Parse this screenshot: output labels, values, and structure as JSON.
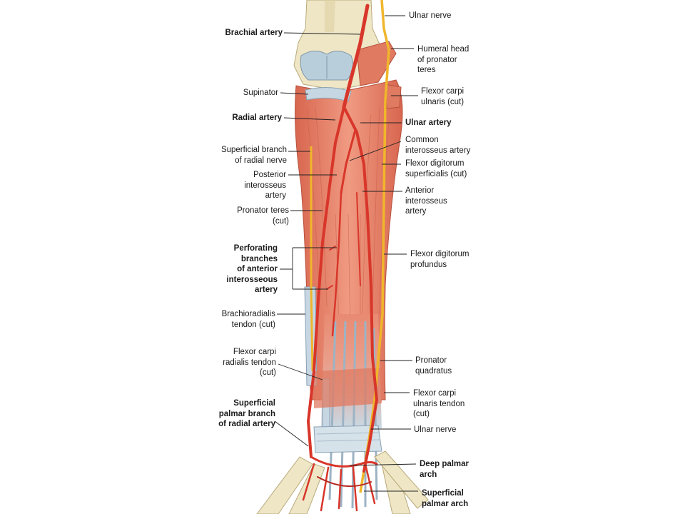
{
  "colors": {
    "muscle": "#e8836b",
    "muscle_dark": "#c95c45",
    "muscle_light": "#f2a48f",
    "bone": "#efe6c6",
    "bone_shadow": "#d6c99a",
    "artery": "#d8362a",
    "artery_dark": "#9e1f16",
    "tendon": "#c6d6e2",
    "tendon_shadow": "#9db3c4",
    "nerve": "#f0b62b",
    "leader": "#222222"
  },
  "labels": {
    "ulnar_nerve_top": "Ulnar nerve",
    "brachial_artery": "Brachial artery",
    "humeral_head": "Humeral head\nof pronator\nteres",
    "supinator": "Supinator",
    "fcu_cut": "Flexor carpi\nulnaris (cut)",
    "radial_artery": "Radial artery",
    "ulnar_artery": "Ulnar artery",
    "common_interosseus": "Common\ninterosseus artery",
    "superficial_branch_radial_nerve": "Superficial branch\nof radial nerve",
    "fds_cut": "Flexor digitorum\nsuperficialis (cut)",
    "posterior_interosseus": "Posterior\ninterosseus\nartery",
    "anterior_interosseus": "Anterior\ninterosseus\nartery",
    "pronator_teres_cut": "Pronator teres\n(cut)",
    "perforating_branches": "Perforating\nbranches\nof anterior\ninterosseous\nartery",
    "fdp": "Flexor digitorum\nprofundus",
    "brachioradialis_tendon": "Brachioradialis\ntendon (cut)",
    "fcr_tendon": "Flexor carpi\nradialis tendon\n(cut)",
    "pronator_quadratus": "Pronator\nquadratus",
    "superficial_palmar_branch": "Superficial\npalmar branch\nof radial artery",
    "fcu_tendon": "Flexor carpi\nulnaris tendon\n(cut)",
    "ulnar_nerve_bottom": "Ulnar nerve",
    "deep_palmar_arch": "Deep palmar\narch",
    "superficial_palmar_arch": "Superficial\npalmar arch"
  }
}
